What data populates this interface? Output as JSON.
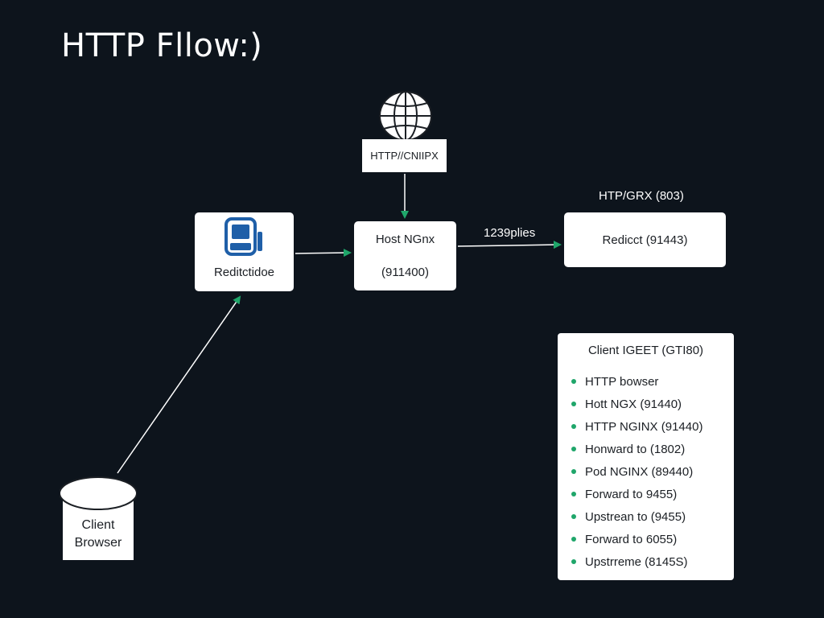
{
  "title": "HTTP Fllow:)",
  "colors": {
    "background": "#0d141c",
    "box": "#ffffff",
    "arrow_green": "#1fa66a",
    "device_blue": "#1f5fa8"
  },
  "nodes": {
    "globe": {
      "icon": "globe-icon",
      "label": "HTTP//CNIIPX"
    },
    "device": {
      "icon": "server-device-icon",
      "label": "Reditctidoe"
    },
    "nginx": {
      "line1": "Host NGnx",
      "line2": "(911400)"
    },
    "redirect": {
      "caption": "HTP/GRX (803)",
      "label": "Redicct (91443)"
    },
    "client": {
      "line1": "Client",
      "line2": "Browser"
    }
  },
  "edges": {
    "nginx_to_redirect_label": "1239plies"
  },
  "steps_panel": {
    "title": "Client IGEET (GTI80)",
    "items": [
      "HTTP bowser",
      "Hott NGX (91440)",
      "HTTP NGINX (91440)",
      "Honward to (1802)",
      "Pod NGINX (89440)",
      "Forward to 9455)",
      "Upstrean to (9455)",
      "Forward to 6055)",
      "Upstrreme (8145S)"
    ]
  }
}
